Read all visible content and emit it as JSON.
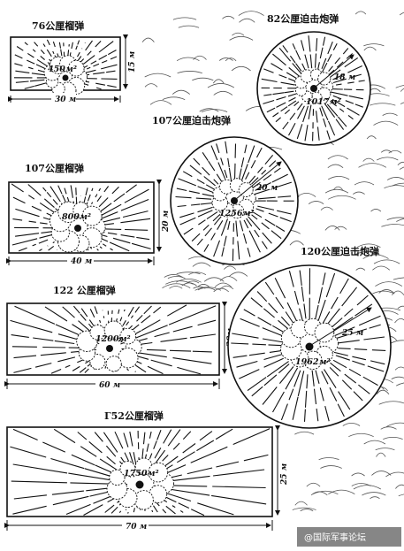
{
  "colors": {
    "ink": "#111111",
    "sky": "#555555",
    "background": "#ffffff"
  },
  "rect_zones": [
    {
      "title": "76公厘榴弹",
      "area": "450м²",
      "width": "30 м",
      "depth": "15 м"
    },
    {
      "title": "107公厘榴弹",
      "area": "800м²",
      "width": "40 м",
      "depth": "20 м"
    },
    {
      "title": "122 公厘榴弹",
      "area": "1200м²",
      "width": "60 м",
      "depth": "20м"
    },
    {
      "title": "Г52公厘榴弹",
      "area": "1750м²",
      "width": "70 м",
      "depth": "25 м"
    }
  ],
  "circle_zones": [
    {
      "title": "82公厘迫击炮弹",
      "area": "1017м²",
      "radius": "18 м"
    },
    {
      "title": "107公厘迫击炮弹",
      "area": "1256м²",
      "radius": "20 м"
    },
    {
      "title": "120公厘迫击炮弹",
      "area": "1962м²",
      "radius": "25 м"
    }
  ],
  "watermark": "@国际军事论坛"
}
